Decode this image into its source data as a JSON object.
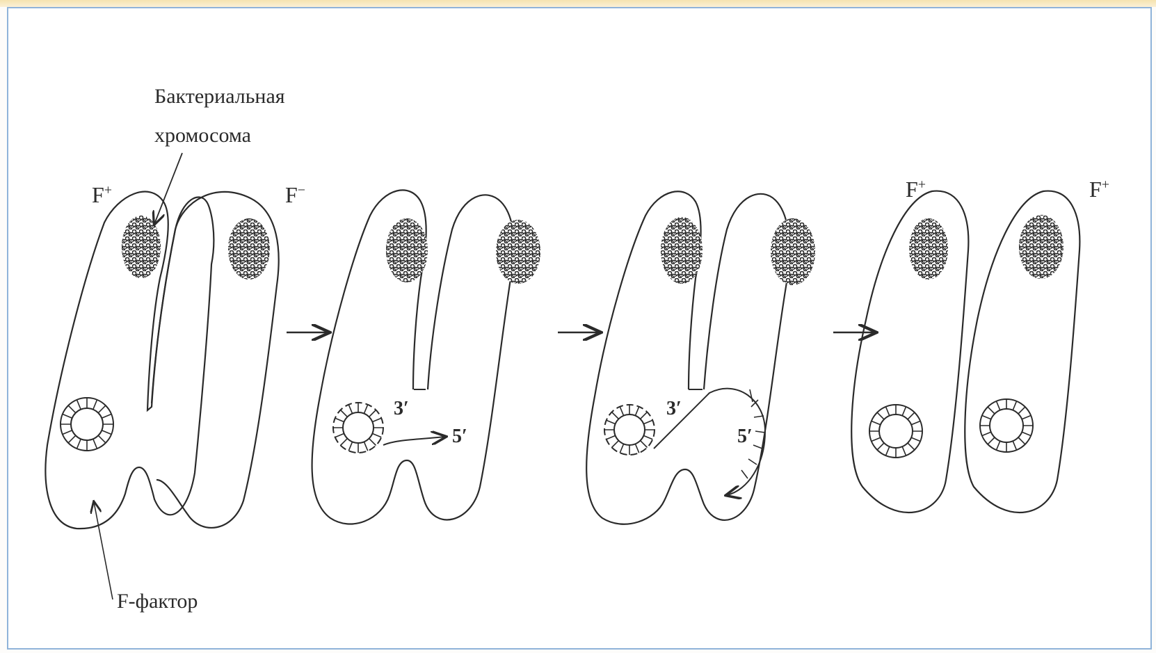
{
  "labels": {
    "chromosome_line1": "Бактериальная",
    "chromosome_line2": "хромосома",
    "f_factor": "F-фактор",
    "f_plus": "F",
    "f_minus": "F",
    "sup_plus": "+",
    "sup_minus": "−",
    "three_prime": "3′",
    "five_prime": "5′"
  },
  "colors": {
    "line": "#2a2a2a",
    "frame_border": "#8fb3d9",
    "top_band": "#f5e3b0"
  }
}
